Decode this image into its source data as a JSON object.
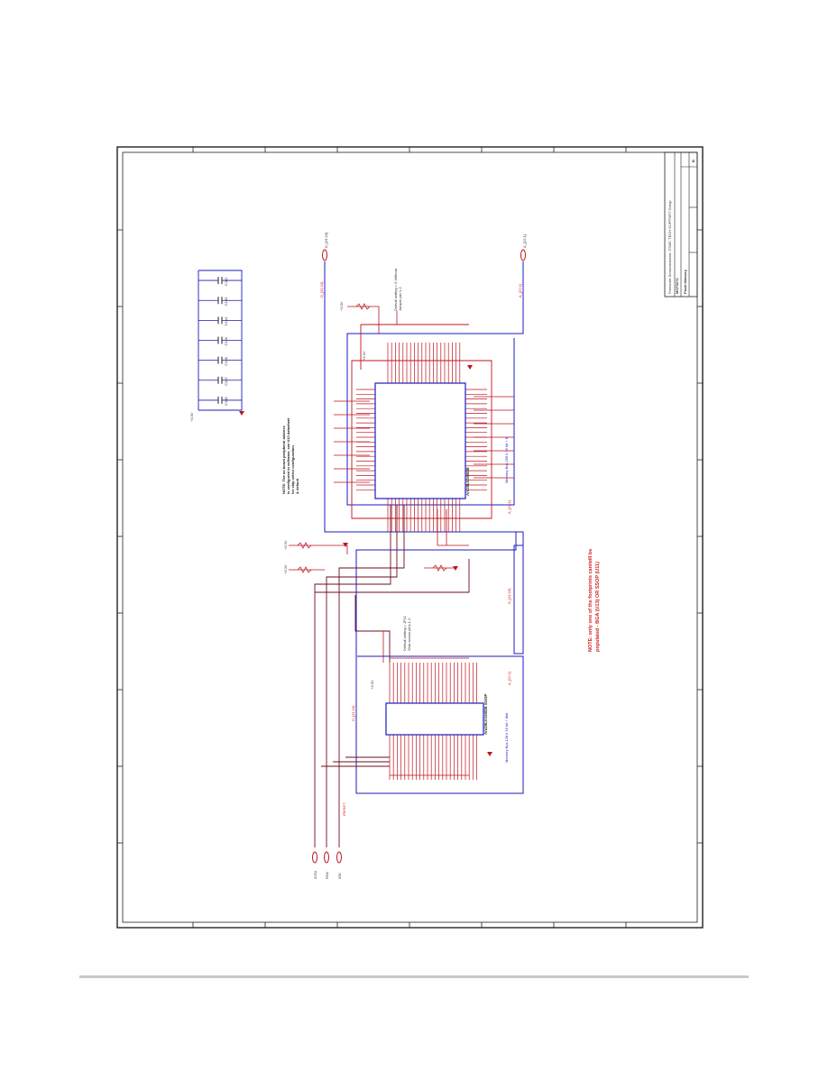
{
  "sheet": {
    "title": "Freescale Semiconductor, CSMC TECH SUPPORT Group",
    "board": "MCF5272",
    "page_title": "Flash Memory",
    "size_label": "B",
    "colors": {
      "blue_wire": "#1b1bbf",
      "red_wire": "#c0141e",
      "dark_wire": "#6a0f1a",
      "border": "#222222"
    }
  },
  "notes": {
    "red_note_line1": "NOTE: only one of the footprints can/will be",
    "red_note_line2": "populated - BGA (U13) OR SSOP (U11)",
    "black_note_line1": "NOTE: The on board peripheral address",
    "black_note_line2": "is configured in software, see U13 datasheet",
    "black_note_line3": "for chip select configuration",
    "black_note_line4": "& default",
    "jumper_note_top": "Default setting = 0 Without",
    "jumper_note_top2": "Jumper pin 1-2",
    "jumper_note_mid": "Default setting = JP11",
    "jumper_note_mid2": "Shut across pins 1-2"
  },
  "chips": {
    "u13_name": "Am29LV160DB",
    "u13_caption": "Memory Bus 256 k 16 bit + 8",
    "u11_name": "Am29LV160DB SSOP",
    "u11_caption": "Memory Bus 128 k 16 bit + 8bit"
  },
  "caps": [
    "C108",
    "C107",
    "C106",
    "C105",
    "C104",
    "C103",
    "C102"
  ],
  "power_labels": [
    "+3.3V",
    "+3.3V",
    "+3.3V",
    "+3.3V",
    "+3.3V",
    "+3.3V"
  ],
  "offpage": {
    "top_left": "D_[31:16]",
    "top_right": "A_[22:1]",
    "bottom": [
      "/CS0",
      "R/W",
      "/OE",
      "/RESET"
    ]
  },
  "bus_labels": [
    "A_[22:1]",
    "D_[31:16]",
    "A_[22:1]",
    "D_[31:16]"
  ]
}
